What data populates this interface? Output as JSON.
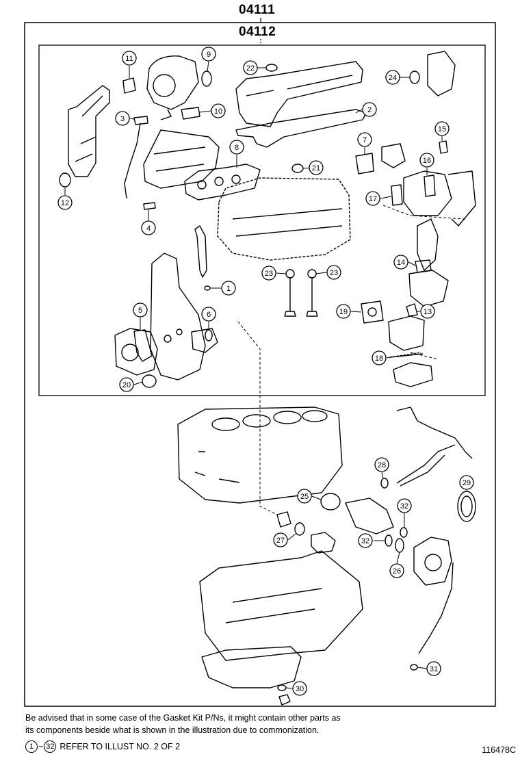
{
  "header": {
    "kit_outer": "04111",
    "kit_inner": "04112"
  },
  "callouts": [
    "1",
    "2",
    "3",
    "4",
    "5",
    "6",
    "7",
    "8",
    "9",
    "10",
    "11",
    "12",
    "13",
    "14",
    "15",
    "16",
    "17",
    "18",
    "19",
    "20",
    "21",
    "22",
    "23",
    "23",
    "24",
    "25",
    "26",
    "27",
    "28",
    "29",
    "30",
    "31",
    "32",
    "32"
  ],
  "footer": {
    "note_line1": "Be advised that in some case of the Gasket Kit P/Ns,  it might contain other parts as",
    "note_line2": "its components beside what is shown in the illustration due to commonization.",
    "refer_start": "1",
    "refer_tilde": "~",
    "refer_end": "32",
    "refer_text": "REFER TO ILLUST NO. 2 OF 2",
    "illustration_id": "116478C"
  }
}
